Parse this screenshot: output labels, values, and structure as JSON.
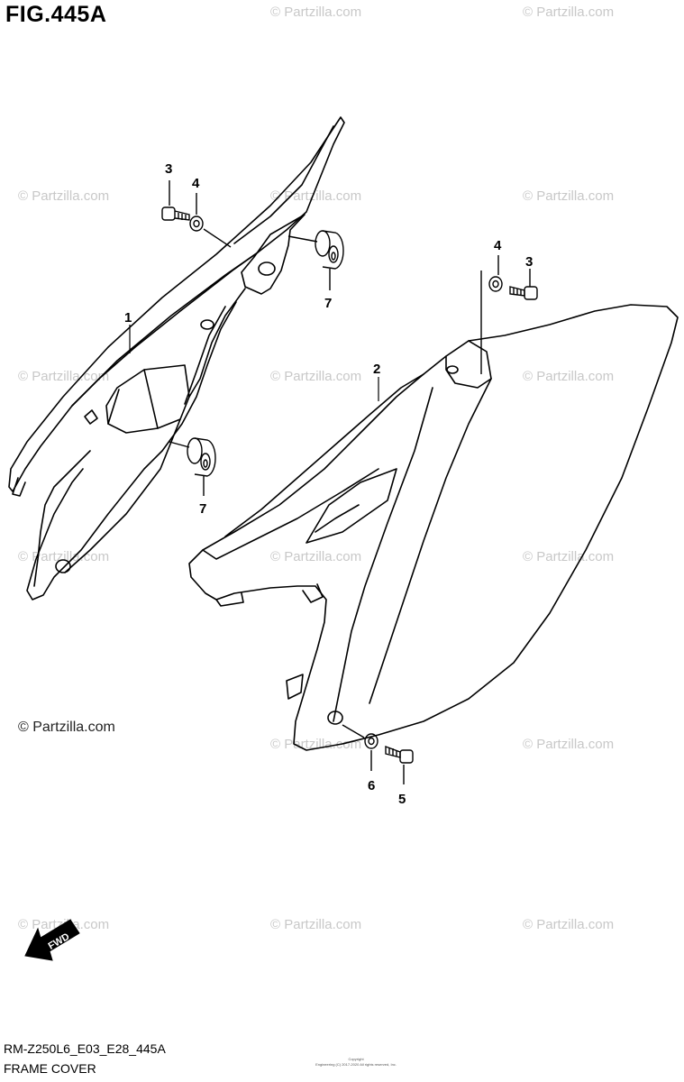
{
  "figure": {
    "title": "FIG.445A",
    "model_code": "RM-Z250L6_E03_E28_445A",
    "name": "FRAME COVER",
    "copyright": "© Partzilla.com",
    "watermark": "© Partzilla.com",
    "fine_print_1": "Copyright",
    "fine_print_2": "Engineering (C) 2017-2020 All rights reserved, Inc."
  },
  "callouts": {
    "c1": "1",
    "c2": "2",
    "c3a": "3",
    "c3b": "3",
    "c4a": "4",
    "c4b": "4",
    "c5": "5",
    "c6": "6",
    "c7a": "7",
    "c7b": "7"
  },
  "fwd_label": "FWD",
  "colors": {
    "line": "#000000",
    "watermark": "#c8c8c8",
    "background": "#ffffff"
  }
}
